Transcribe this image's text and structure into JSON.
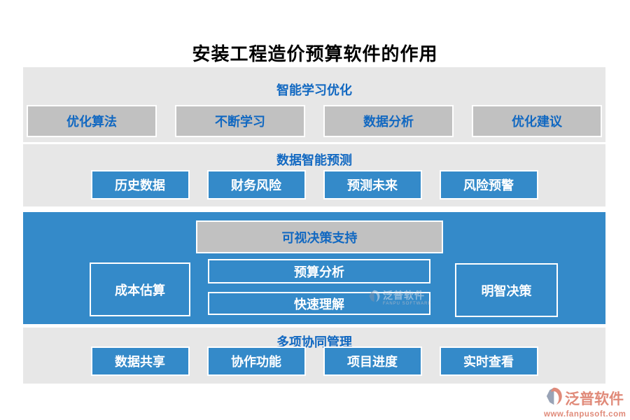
{
  "page_title": "安装工程造价预算软件的作用",
  "colors": {
    "accent_blue": "#348ac9",
    "header_text_blue": "#1168c1",
    "panel_gray": "#e7e7e7",
    "node_gray": "#c1c1c1",
    "node_text_white": "#ffffff",
    "logo_salmon": "#e08a79",
    "title_black": "#000000"
  },
  "sections": {
    "learning": {
      "header": "智能学习优化",
      "items": [
        "优化算法",
        "不断学习",
        "数据分析",
        "优化建议"
      ]
    },
    "prediction": {
      "header": "数据智能预测",
      "items": [
        "历史数据",
        "财务风险",
        "预测未来",
        "风险预警"
      ]
    },
    "decision": {
      "header": "可视决策支持",
      "left_item": "成本估算",
      "center_items": [
        "预算分析",
        "快速理解"
      ],
      "right_item": "明智决策"
    },
    "collaboration": {
      "header": "多项协同管理",
      "items": [
        "数据共享",
        "协作功能",
        "项目进度",
        "实时查看"
      ]
    }
  },
  "watermark": {
    "name": "泛普软件",
    "subname": "FANPU SOFTWARE"
  },
  "footer_logo": {
    "name": "泛普软件",
    "url": "www.fanpusoft.com"
  }
}
